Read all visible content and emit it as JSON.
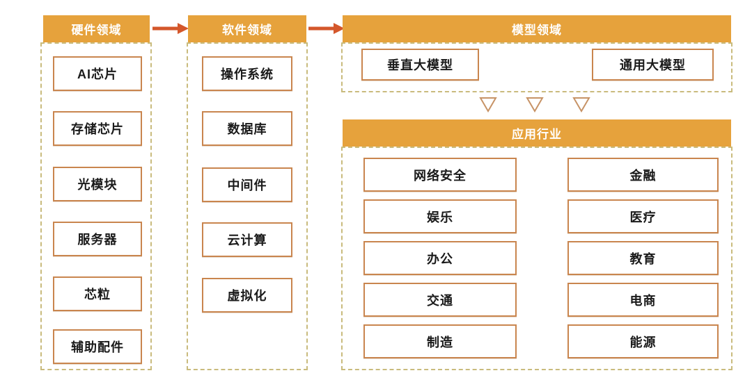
{
  "hardware": {
    "header": "硬件领域",
    "items": [
      "AI芯片",
      "存储芯片",
      "光模块",
      "服务器",
      "芯粒",
      "辅助配件"
    ]
  },
  "software": {
    "header": "软件领域",
    "items": [
      "操作系统",
      "数据库",
      "中间件",
      "云计算",
      "虚拟化"
    ]
  },
  "model": {
    "header": "模型领域",
    "items": [
      "垂直大模型",
      "通用大模型"
    ]
  },
  "application": {
    "header": "应用行业",
    "left_items": [
      "网络安全",
      "娱乐",
      "办公",
      "交通",
      "制造"
    ],
    "right_items": [
      "金融",
      "医疗",
      "教育",
      "电商",
      "能源"
    ]
  },
  "icons": {
    "flow_arrow": "right-arrow-icon",
    "down_triangle": "triangle-down-icon"
  },
  "colors": {
    "header_fill": "#E6A23C",
    "header_text": "#FFFFFF",
    "arrow": "#D4572B",
    "box_border": "#C9854E",
    "dashed_border": "#C9BB7D",
    "triangle_stroke": "#C79366",
    "item_text": "#1A1A1A"
  }
}
